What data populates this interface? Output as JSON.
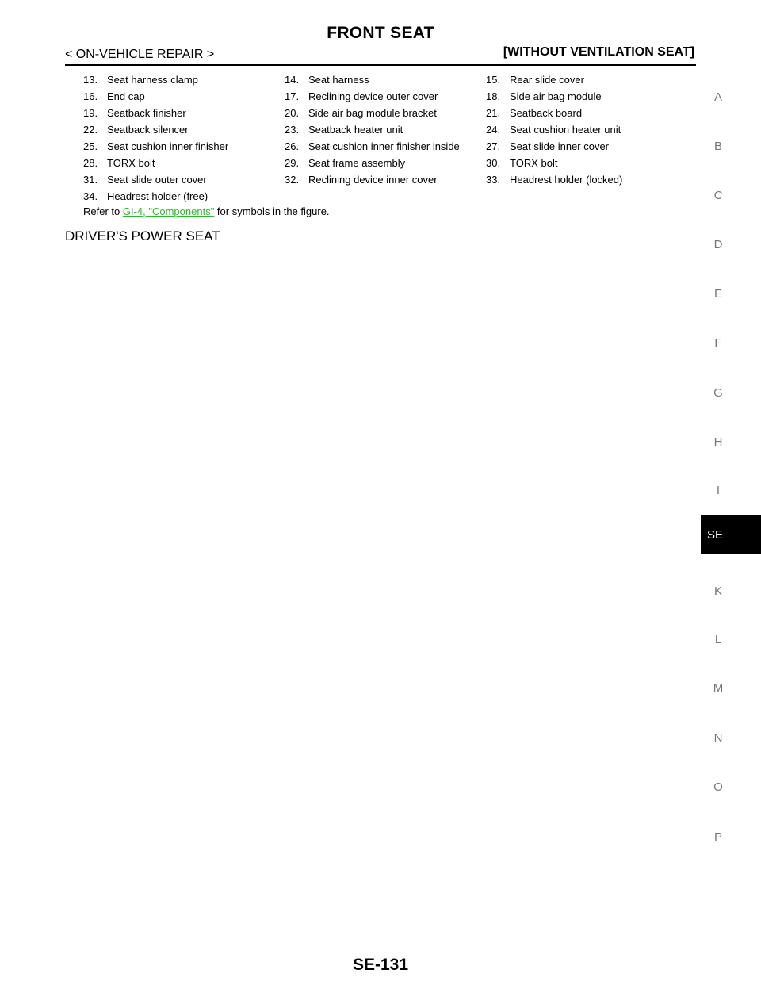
{
  "header": {
    "title": "FRONT SEAT",
    "left": "< ON-VEHICLE REPAIR >",
    "right": "[WITHOUT VENTILATION SEAT]"
  },
  "legend": [
    [
      {
        "num": "13.",
        "label": "Seat harness clamp"
      },
      {
        "num": "14.",
        "label": "Seat harness"
      },
      {
        "num": "15.",
        "label": "Rear slide cover"
      }
    ],
    [
      {
        "num": "16.",
        "label": "End cap"
      },
      {
        "num": "17.",
        "label": "Reclining device outer cover"
      },
      {
        "num": "18.",
        "label": "Side air bag module"
      }
    ],
    [
      {
        "num": "19.",
        "label": "Seatback finisher"
      },
      {
        "num": "20.",
        "label": "Side air bag module bracket"
      },
      {
        "num": "21.",
        "label": "Seatback board"
      }
    ],
    [
      {
        "num": "22.",
        "label": "Seatback silencer"
      },
      {
        "num": "23.",
        "label": "Seatback heater unit"
      },
      {
        "num": "24.",
        "label": "Seat cushion heater unit"
      }
    ],
    [
      {
        "num": "25.",
        "label": "Seat cushion inner finisher"
      },
      {
        "num": "26.",
        "label": "Seat cushion inner finisher inside"
      },
      {
        "num": "27.",
        "label": "Seat slide inner cover"
      }
    ],
    [
      {
        "num": "28.",
        "label": "TORX bolt"
      },
      {
        "num": "29.",
        "label": "Seat frame assembly"
      },
      {
        "num": "30.",
        "label": "TORX bolt"
      }
    ],
    [
      {
        "num": "31.",
        "label": "Seat slide outer cover"
      },
      {
        "num": "32.",
        "label": "Reclining device inner cover"
      },
      {
        "num": "33.",
        "label": "Headrest holder (locked)"
      }
    ],
    [
      {
        "num": "34.",
        "label": "Headrest holder (free)"
      },
      {
        "num": "",
        "label": ""
      },
      {
        "num": "",
        "label": ""
      }
    ]
  ],
  "reference": {
    "prefix": "Refer to ",
    "link": "GI-4, \"Components\"",
    "suffix": " for symbols in the figure.",
    "link_color": "#2db82d"
  },
  "section_title": "DRIVER'S POWER SEAT",
  "footer": {
    "page": "SE-131"
  },
  "side_index": {
    "letters": [
      "A",
      "B",
      "C",
      "D",
      "E",
      "F",
      "G",
      "H",
      "I",
      "SE",
      "K",
      "L",
      "M",
      "N",
      "O",
      "P"
    ],
    "active": "SE"
  }
}
